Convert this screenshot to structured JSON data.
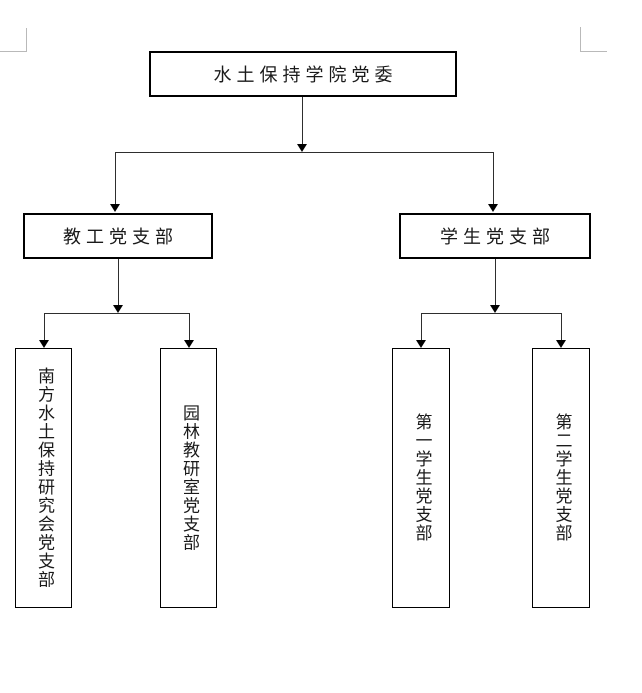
{
  "document": {
    "kind": "org-chart-page"
  },
  "diagram": {
    "root": {
      "label": "水土保持学院党委"
    },
    "branches": [
      {
        "label": "教工党支部",
        "children": [
          {
            "label": "南方水土保持研究会党支部"
          },
          {
            "label": "园林教研室党支部"
          }
        ]
      },
      {
        "label": "学生党支部",
        "children": [
          {
            "label": "第一学生党支部"
          },
          {
            "label": "第二学生党支部"
          }
        ]
      }
    ],
    "colors": {
      "background": "#ffffff",
      "box_border": "#000000",
      "connector_line": "#2e2e2e",
      "arrowhead": "#000000",
      "text": "#1a1a1a",
      "crop_mark": "#b9b9b9"
    }
  }
}
